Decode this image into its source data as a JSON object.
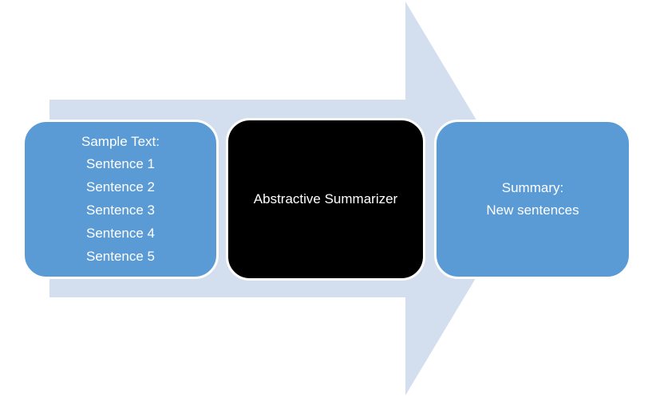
{
  "colors": {
    "arrow": "#d3dfef",
    "box_blue": "#5b9bd5",
    "box_black": "#000000",
    "text": "#ffffff"
  },
  "input_box": {
    "title": "Sample Text:",
    "sentences": [
      "Sentence 1",
      "Sentence 2",
      "Sentence 3",
      "Sentence 4",
      "Sentence 5"
    ]
  },
  "model_box": {
    "label": "Abstractive Summarizer"
  },
  "output_box": {
    "title": "Summary:",
    "text": "New sentences"
  }
}
